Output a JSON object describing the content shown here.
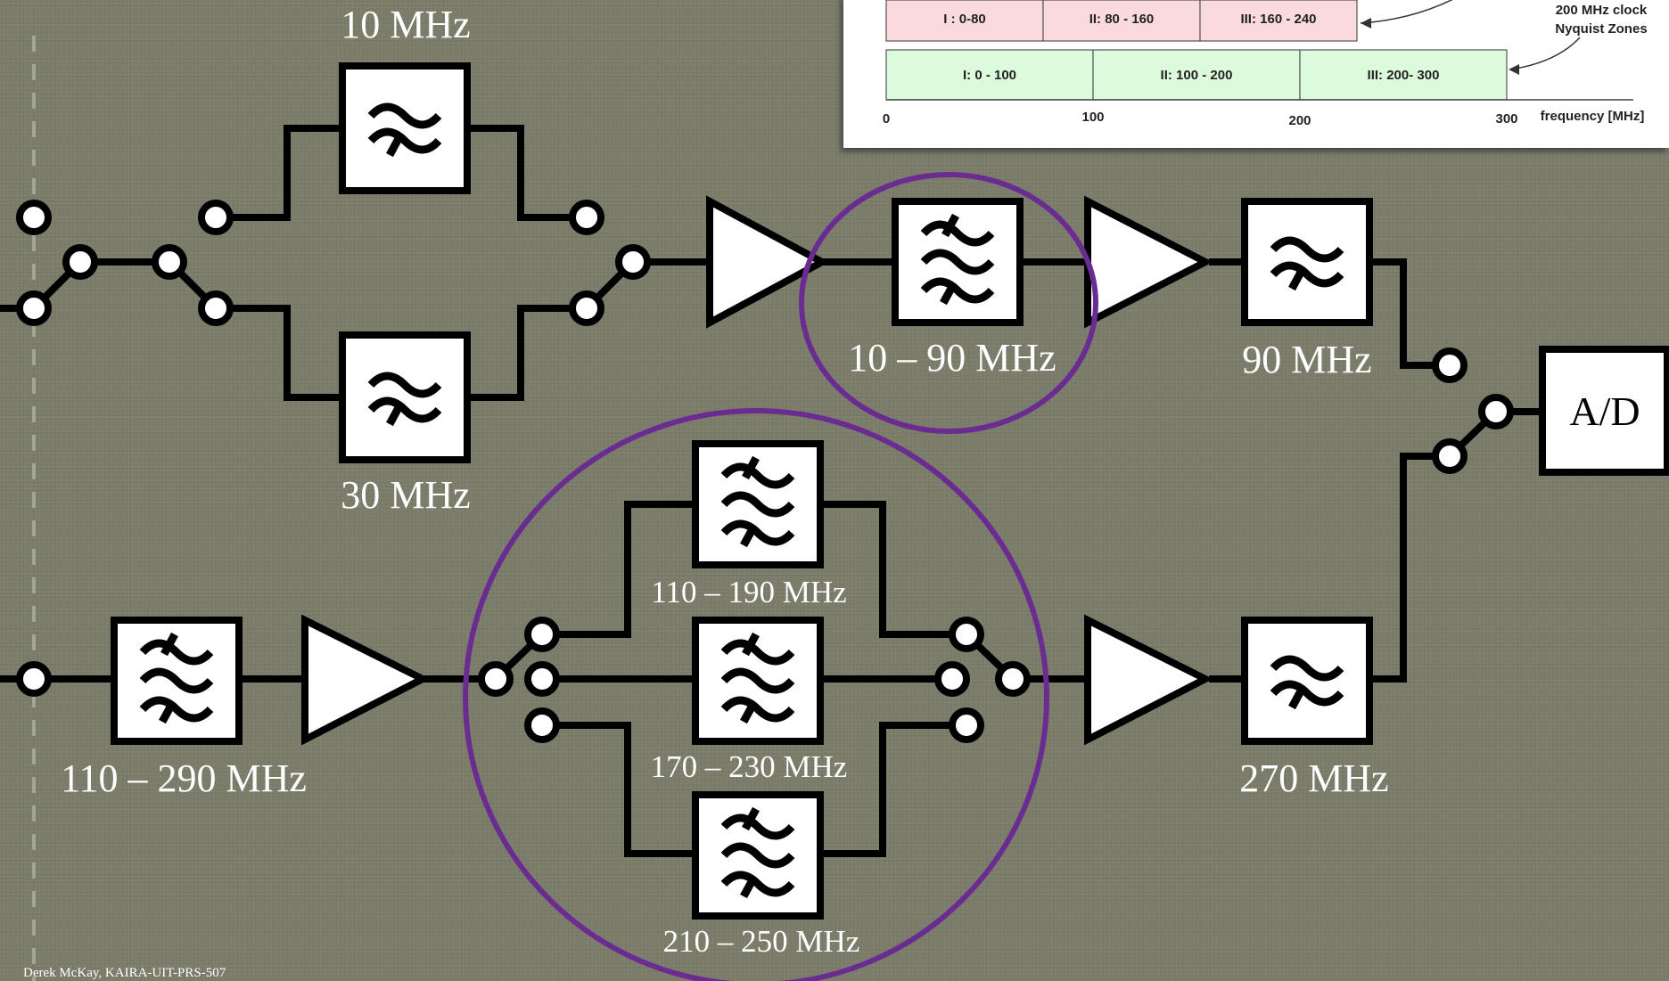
{
  "labels": {
    "lpf_10": "10 MHz",
    "lpf_30": "30 MHz",
    "bpf_10_90": "10 – 90 MHz",
    "lpf_90": "90 MHz",
    "adc": "A/D",
    "bpf_110_190": "110 – 190 MHz",
    "bpf_170_230": "170 – 230 MHz",
    "bpf_210_250": "210 – 250 MHz",
    "bpf_110_290": "110 – 290 MHz",
    "lpf_270": "270 MHz"
  },
  "footer": "Derek McKay, KAIRA-UIT-PRS-507",
  "inset": {
    "zones_160": [
      "I : 0-80",
      "II: 80 - 160",
      "III: 160 - 240"
    ],
    "zones_200": [
      "I: 0 - 100",
      "II: 100 - 200",
      "III: 200- 300"
    ],
    "clock_label_line1": "200 MHz clock",
    "clock_label_line2": "Nyquist Zones",
    "ticks": [
      "0",
      "100",
      "200",
      "300"
    ],
    "axis_label": "frequency [MHz]"
  },
  "colors": {
    "background": "#7c7d6b",
    "highlight_circle": "#6a2c91",
    "zone_160_fill": "#fadadd",
    "zone_200_fill": "#dcfadc"
  }
}
